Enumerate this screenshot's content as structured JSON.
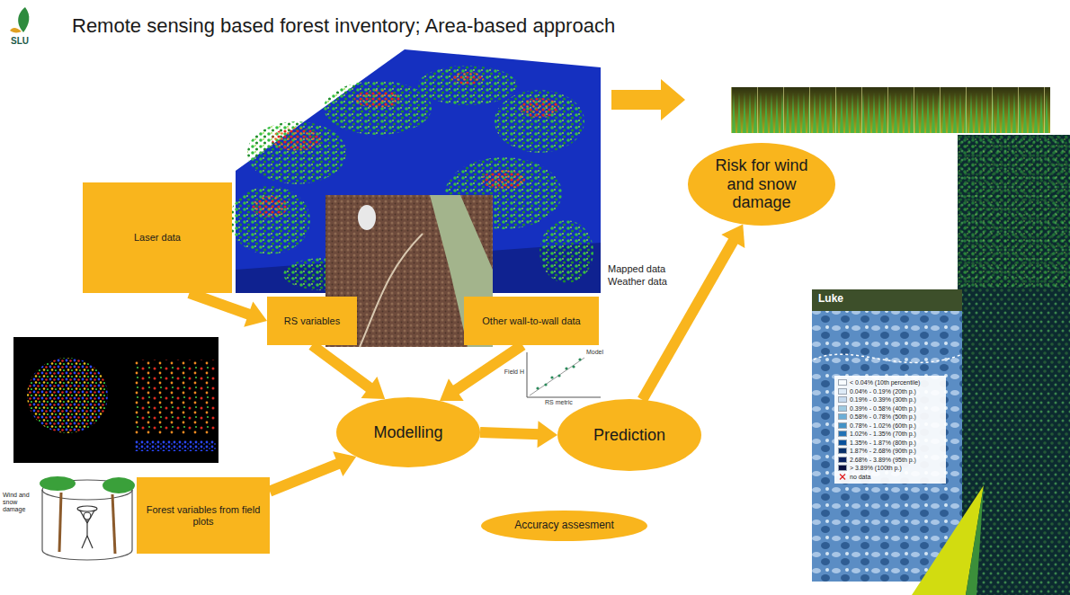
{
  "diagram": {
    "title": "Remote sensing based forest inventory; Area-based approach",
    "nodes": [
      {
        "text": [
          "Laser data"
        ]
      },
      {
        "text": [
          "RS variables"
        ]
      },
      {
        "text": [
          "Other wall-to-wall data"
        ]
      },
      {
        "text": [
          "Forest variables from field plots"
        ]
      },
      {
        "text": [
          "Modelling"
        ]
      },
      {
        "text": [
          "Prediction"
        ]
      },
      {
        "text": [
          "Risk for wind and snow damage"
        ]
      },
      {
        "text": [
          "Accuracy assesment"
        ]
      }
    ],
    "edges": [
      {
        "from": 0,
        "to": 1,
        "arrow": "to"
      },
      {
        "from": 1,
        "to": 4,
        "arrow": "to"
      },
      {
        "from": 2,
        "to": 4,
        "arrow": "to"
      },
      {
        "from": 3,
        "to": 4,
        "arrow": "to"
      },
      {
        "from": 4,
        "to": 5,
        "arrow": "to"
      },
      {
        "from": 5,
        "to": 6,
        "arrow": "to"
      }
    ],
    "labels": [
      "SLU",
      "Mapped data",
      "Weather data",
      "Wind and snow damage",
      "Model",
      "Field H",
      "RS metric",
      "Luke"
    ],
    "legend": [
      {
        "text": "< 0.04% (10th percentile)",
        "color": "#f7fbff"
      },
      {
        "text": "0.04% - 0.19% (20th p.)",
        "color": "#deebf7"
      },
      {
        "text": "0.19% - 0.39% (30th p.)",
        "color": "#c6dbef"
      },
      {
        "text": "0.39% - 0.58% (40th p.)",
        "color": "#9ecae1"
      },
      {
        "text": "0.58% - 0.78% (50th p.)",
        "color": "#6baed6"
      },
      {
        "text": "0.78% - 1.02% (60th p.)",
        "color": "#4292c6"
      },
      {
        "text": "1.02% - 1.35% (70th p.)",
        "color": "#2171b5"
      },
      {
        "text": "1.35% - 1.87% (80th p.)",
        "color": "#08519c"
      },
      {
        "text": "1.87% - 2.68% (90th p.)",
        "color": "#08306b"
      },
      {
        "text": "2.68% - 3.89% (95th p.)",
        "color": "#082060"
      },
      {
        "text": "> 3.89% (100th p.)",
        "color": "#081040"
      },
      {
        "text": "no data"
      }
    ]
  }
}
